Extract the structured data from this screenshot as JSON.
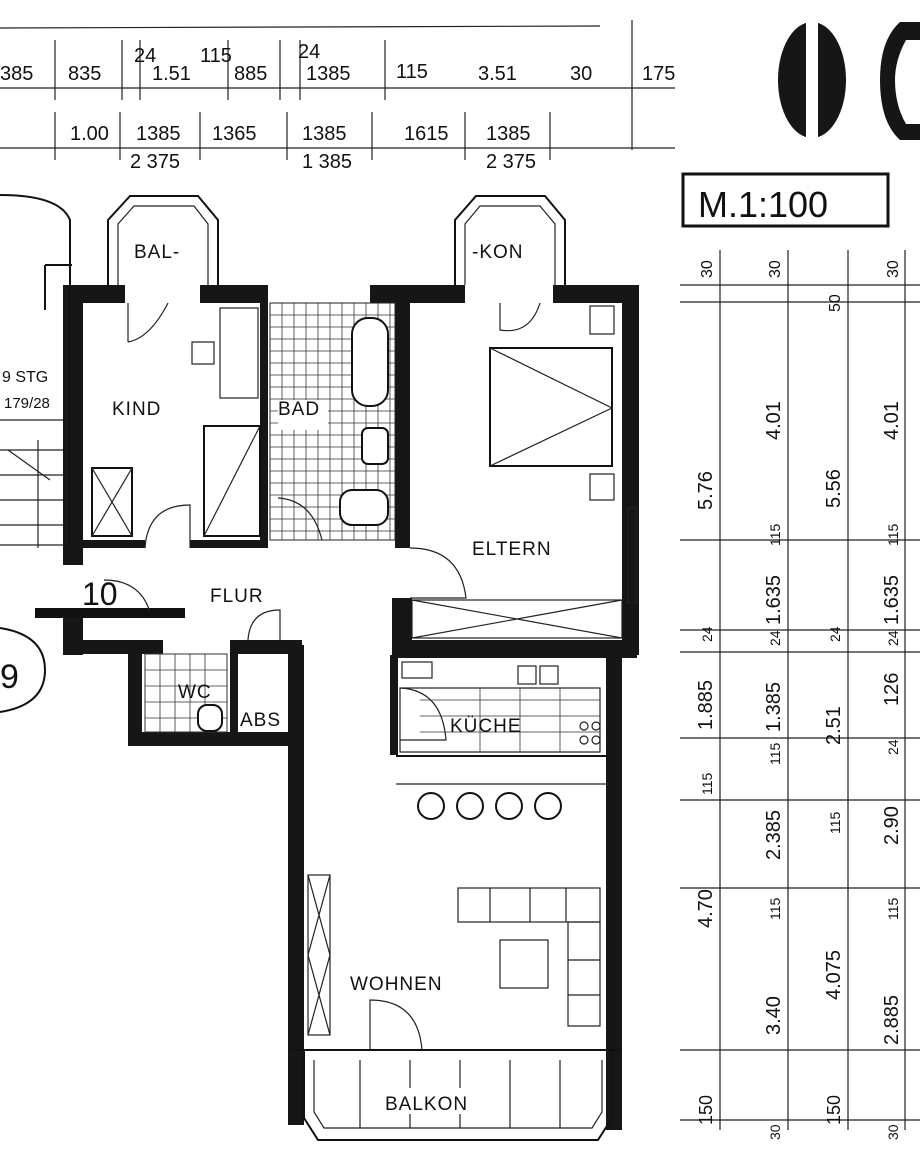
{
  "scale": "M.1:100",
  "rooms": {
    "kind": "KIND",
    "bad": "BAD",
    "eltern": "ELTERN",
    "flur": "FLUR",
    "wc": "WC",
    "abs": "ABS",
    "kueche": "KÜCHE",
    "wohnen": "WOHNEN",
    "balkon": "BALKON",
    "bal": "BAL-",
    "kon": "-KON"
  },
  "stair": {
    "label": "9 STG",
    "ratio": "179/28"
  },
  "unit_numbers": {
    "current": "10",
    "neighbor": "9"
  },
  "top_dims_row1": [
    "385",
    "835",
    "24",
    "1.51",
    "115",
    "885",
    "24",
    "1385",
    "115",
    "3.51",
    "30",
    "175"
  ],
  "top_dims_row2": [
    "1.00",
    "1385",
    "1365",
    "1385",
    "1615",
    "1385"
  ],
  "top_dims_row3": [
    "2 375",
    "1 385",
    "2 375"
  ],
  "right_dims": {
    "col1": [
      "30",
      "5.76",
      "24",
      "1.885",
      "115",
      "4.70",
      "150"
    ],
    "col2": [
      "30",
      "4.01",
      "115",
      "1.635",
      "24",
      "1.385",
      "115",
      "2.385",
      "115",
      "3.40",
      "30"
    ],
    "col3": [
      "50",
      "5.56",
      "24",
      "2.51",
      "115",
      "4.075",
      "150"
    ],
    "col4": [
      "30",
      "4.01",
      "115",
      "1.635",
      "24",
      "126",
      "24",
      "2.90",
      "115",
      "2.885",
      "30"
    ]
  }
}
